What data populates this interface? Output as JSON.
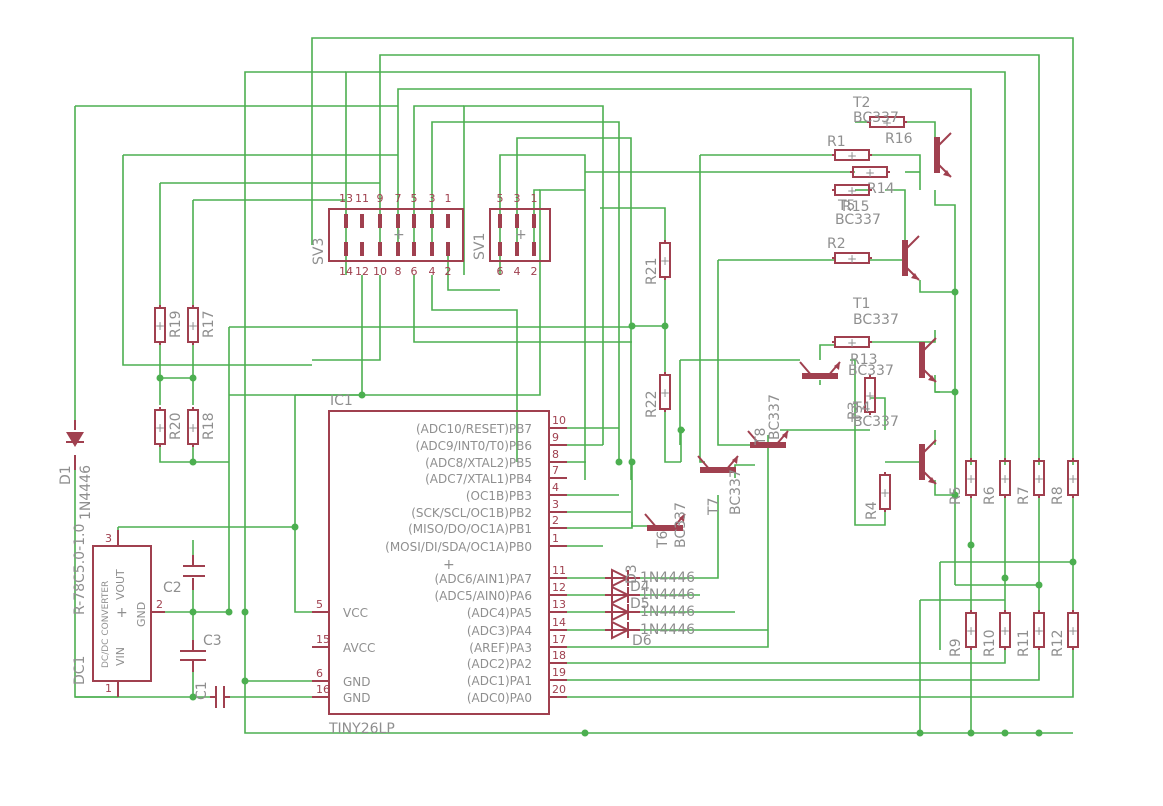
{
  "colors": {
    "wire": "#4caf50",
    "part": "#a0404f",
    "text": "#8f8f8f"
  },
  "ic1": {
    "name": "IC1",
    "value": "TINY26LP",
    "left_pins": [
      {
        "num": "5",
        "label": "VCC"
      },
      {
        "num": "15",
        "label": "AVCC"
      },
      {
        "num": "6",
        "label": "GND"
      },
      {
        "num": "16",
        "label": "GND"
      }
    ],
    "right_pins": [
      {
        "num": "10",
        "label": "(ADC10/RESET)PB7"
      },
      {
        "num": "9",
        "label": "(ADC9/INT0/T0)PB6"
      },
      {
        "num": "8",
        "label": "(ADC8/XTAL2)PB5"
      },
      {
        "num": "7",
        "label": "(ADC7/XTAL1)PB4"
      },
      {
        "num": "4",
        "label": "(OC1B)PB3"
      },
      {
        "num": "3",
        "label": "(SCK/SCL/OC1B)PB2"
      },
      {
        "num": "2",
        "label": "(MISO/DO/OC1A)PB1"
      },
      {
        "num": "1",
        "label": "(MOSI/DI/SDA/OC1A)PB0"
      },
      {
        "num": "11",
        "label": "(ADC6/AIN1)PA7"
      },
      {
        "num": "12",
        "label": "(ADC5/AIN0)PA6"
      },
      {
        "num": "13",
        "label": "(ADC4)PA5"
      },
      {
        "num": "14",
        "label": "(ADC3)PA4"
      },
      {
        "num": "17",
        "label": "(AREF)PA3"
      },
      {
        "num": "18",
        "label": "(ADC2)PA2"
      },
      {
        "num": "19",
        "label": "(ADC1)PA1"
      },
      {
        "num": "20",
        "label": "(ADC0)PA0"
      }
    ]
  },
  "sv3": {
    "name": "SV3",
    "top_pins": [
      "13",
      "11",
      "9",
      "7",
      "5",
      "3",
      "1"
    ],
    "bottom_pins": [
      "14",
      "12",
      "10",
      "8",
      "6",
      "4",
      "2"
    ]
  },
  "sv1": {
    "name": "SV1",
    "top_pins": [
      "5",
      "3",
      "1"
    ],
    "bottom_pins": [
      "6",
      "4",
      "2"
    ]
  },
  "dc1": {
    "name": "DC1",
    "value": "R-78C5.0-1.0",
    "title": "DC/DC CONVERTER",
    "vout": "VOUT",
    "vin": "VIN",
    "gnd": "GND",
    "pin1": "1",
    "pin2": "2",
    "pin3": "3"
  },
  "d1": {
    "name": "D1",
    "value": "1N4446"
  },
  "caps": {
    "c1": "C1",
    "c2": "C2",
    "c3": "C3"
  },
  "resistors": {
    "r1": "R1",
    "r2": "R2",
    "r3": "R3",
    "r4": "R4",
    "r5": "R5",
    "r6": "R6",
    "r7": "R7",
    "r8": "R8",
    "r9": "R9",
    "r10": "R10",
    "r11": "R11",
    "r12": "R12",
    "r13": "R13",
    "r14": "R14",
    "r15": "R15",
    "r16": "R16",
    "r17": "R17",
    "r18": "R18",
    "r19": "R19",
    "r20": "R20",
    "r21": "R21",
    "r22": "R22"
  },
  "transistors": {
    "t1": {
      "name": "T1",
      "value": "BC337"
    },
    "t2": {
      "name": "T2",
      "value": "BC337"
    },
    "t3": {
      "name": "T3",
      "value": "BC337"
    },
    "t4": {
      "name": "T4",
      "value": "BC337"
    },
    "t5": {
      "name": "T5",
      "value": "BC337"
    },
    "t6": {
      "name": "T6",
      "value": "BC337"
    },
    "t7": {
      "name": "T7",
      "value": "BC337"
    },
    "t8": {
      "name": "T8",
      "value": "BC337"
    }
  },
  "diodes": {
    "d3": {
      "name": "D3",
      "value": "1N4446"
    },
    "d4": {
      "name": "D4",
      "value": "1N4446"
    },
    "d5": {
      "name": "D5",
      "value": "1N4446"
    },
    "d6": {
      "name": "D6",
      "value": "1N4446"
    }
  }
}
